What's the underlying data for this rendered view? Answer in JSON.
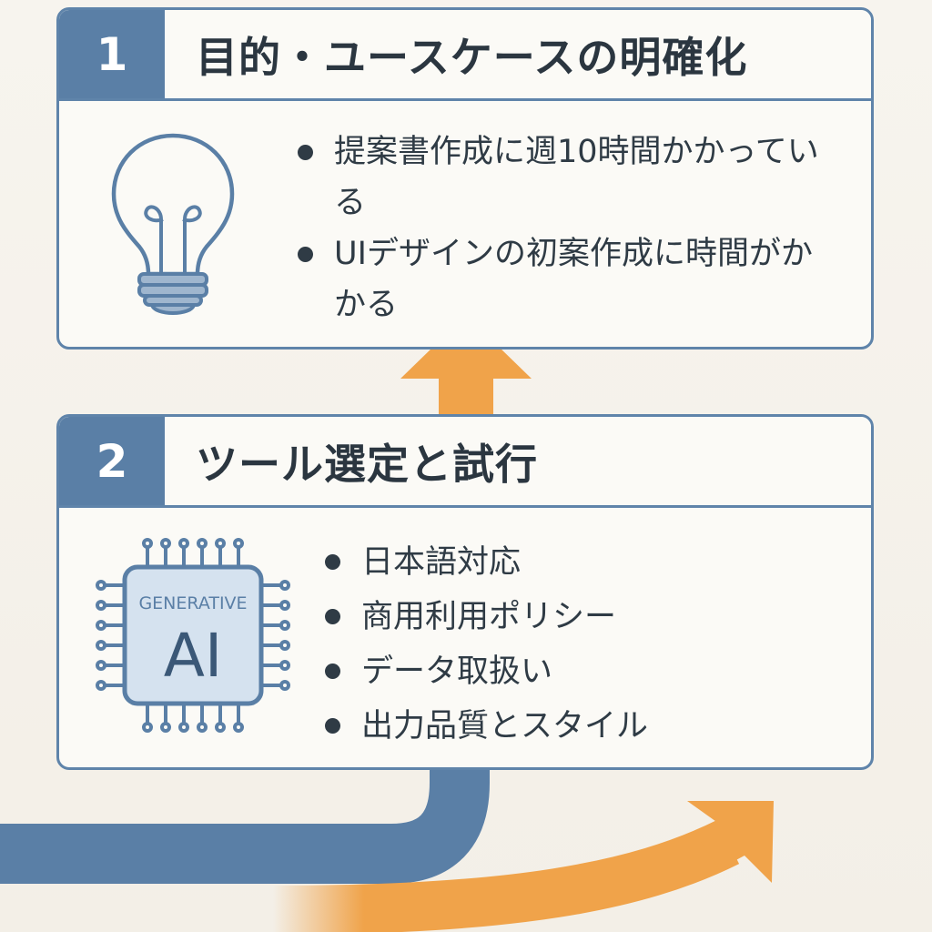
{
  "colors": {
    "primary_blue": "#5a7fa6",
    "accent_orange": "#f0a34a",
    "card_background": "#fbfaf6",
    "text_dark": "#2f3b45"
  },
  "steps": [
    {
      "number": "1",
      "title": "目的・ユースケースの明確化",
      "icon": "lightbulb-icon",
      "bullets": [
        "提案書作成に週10時間かかっている",
        "UIデザインの初案作成に時間がかかる"
      ]
    },
    {
      "number": "2",
      "title": "ツール選定と試行",
      "icon": "ai-chip-icon",
      "icon_text": {
        "top": "GENERATIVE",
        "main": "AI"
      },
      "bullets": [
        "日本語対応",
        "商用利用ポリシー",
        "データ取扱い",
        "出力品質とスタイル"
      ]
    }
  ]
}
